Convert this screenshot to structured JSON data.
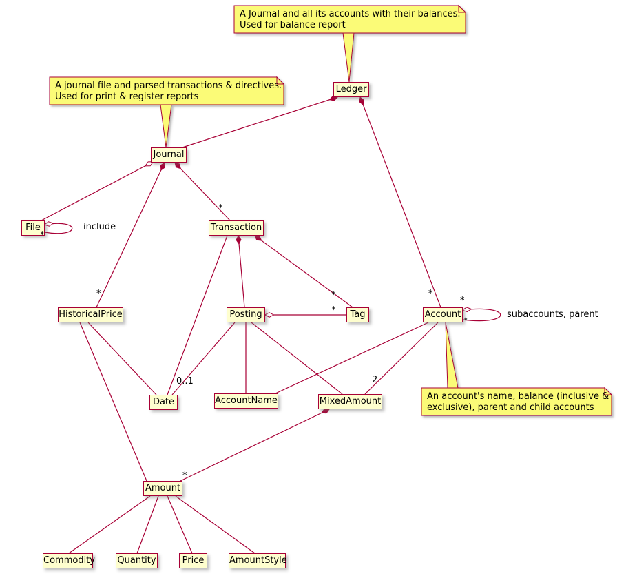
{
  "diagram_type": "uml-class-diagram",
  "colors": {
    "class_fill": "#FEFECE",
    "note_fill": "#FBFB77",
    "line": "#A80036",
    "text": "#000000"
  },
  "classes": [
    {
      "label": "Ledger"
    },
    {
      "label": "Journal"
    },
    {
      "label": "File"
    },
    {
      "label": "Transaction"
    },
    {
      "label": "HistoricalPrice"
    },
    {
      "label": "Posting"
    },
    {
      "label": "Tag"
    },
    {
      "label": "Account"
    },
    {
      "label": "Date"
    },
    {
      "label": "AccountName"
    },
    {
      "label": "MixedAmount"
    },
    {
      "label": "Amount"
    },
    {
      "label": "Commodity"
    },
    {
      "label": "Quantity"
    },
    {
      "label": "Price"
    },
    {
      "label": "AmountStyle"
    }
  ],
  "notes": [
    {
      "attached_to": "Ledger",
      "lines": [
        "A Journal and all its accounts with their balances.",
        "Used for balance report"
      ]
    },
    {
      "attached_to": "Journal",
      "lines": [
        "A journal file and parsed transactions & directives.",
        "Used for print & register reports"
      ]
    },
    {
      "attached_to": "Account",
      "lines": [
        "An account's name, balance (inclusive &",
        "exclusive), parent and child accounts"
      ]
    }
  ],
  "edge_labels": {
    "journal_transaction_mult": "*",
    "journal_historicalprice_mult": "*",
    "ledger_account_mult": "*",
    "transaction_tag_mult": "*",
    "posting_tag_mult": "*",
    "file_include_mult": "*",
    "file_include_label": "include",
    "account_self_mult_a": "*",
    "account_self_mult_b": "*",
    "account_self_label": "subaccounts, parent",
    "posting_date_mult": "0..1",
    "account_mixedamount_mult": "2",
    "mixedamount_amount_mult": "*"
  },
  "relationships": [
    {
      "from": "Ledger",
      "to": "Journal",
      "type": "composition"
    },
    {
      "from": "Ledger",
      "to": "Account",
      "type": "composition",
      "multiplicity": "*"
    },
    {
      "from": "Journal",
      "to": "File",
      "type": "aggregation"
    },
    {
      "from": "File",
      "to": "File",
      "type": "aggregation",
      "multiplicity": "*",
      "label": "include"
    },
    {
      "from": "Journal",
      "to": "Transaction",
      "type": "composition",
      "multiplicity": "*"
    },
    {
      "from": "Journal",
      "to": "HistoricalPrice",
      "type": "composition",
      "multiplicity": "*"
    },
    {
      "from": "Transaction",
      "to": "Posting",
      "type": "composition"
    },
    {
      "from": "Transaction",
      "to": "Tag",
      "type": "composition",
      "multiplicity": "*"
    },
    {
      "from": "Transaction",
      "to": "Date",
      "type": "association"
    },
    {
      "from": "Posting",
      "to": "Tag",
      "type": "aggregation",
      "multiplicity": "*"
    },
    {
      "from": "Posting",
      "to": "Date",
      "type": "association",
      "multiplicity": "0..1"
    },
    {
      "from": "Posting",
      "to": "AccountName",
      "type": "association"
    },
    {
      "from": "Posting",
      "to": "MixedAmount",
      "type": "association"
    },
    {
      "from": "Account",
      "to": "AccountName",
      "type": "association"
    },
    {
      "from": "Account",
      "to": "Account",
      "type": "aggregation",
      "multiplicity": "*",
      "label": "subaccounts, parent"
    },
    {
      "from": "Account",
      "to": "MixedAmount",
      "type": "association",
      "multiplicity": "2"
    },
    {
      "from": "HistoricalPrice",
      "to": "Date",
      "type": "association"
    },
    {
      "from": "HistoricalPrice",
      "to": "Amount",
      "type": "association"
    },
    {
      "from": "MixedAmount",
      "to": "Amount",
      "type": "composition",
      "multiplicity": "*"
    },
    {
      "from": "Amount",
      "to": "Commodity",
      "type": "association"
    },
    {
      "from": "Amount",
      "to": "Quantity",
      "type": "association"
    },
    {
      "from": "Amount",
      "to": "Price",
      "type": "association"
    },
    {
      "from": "Amount",
      "to": "AmountStyle",
      "type": "association"
    }
  ]
}
